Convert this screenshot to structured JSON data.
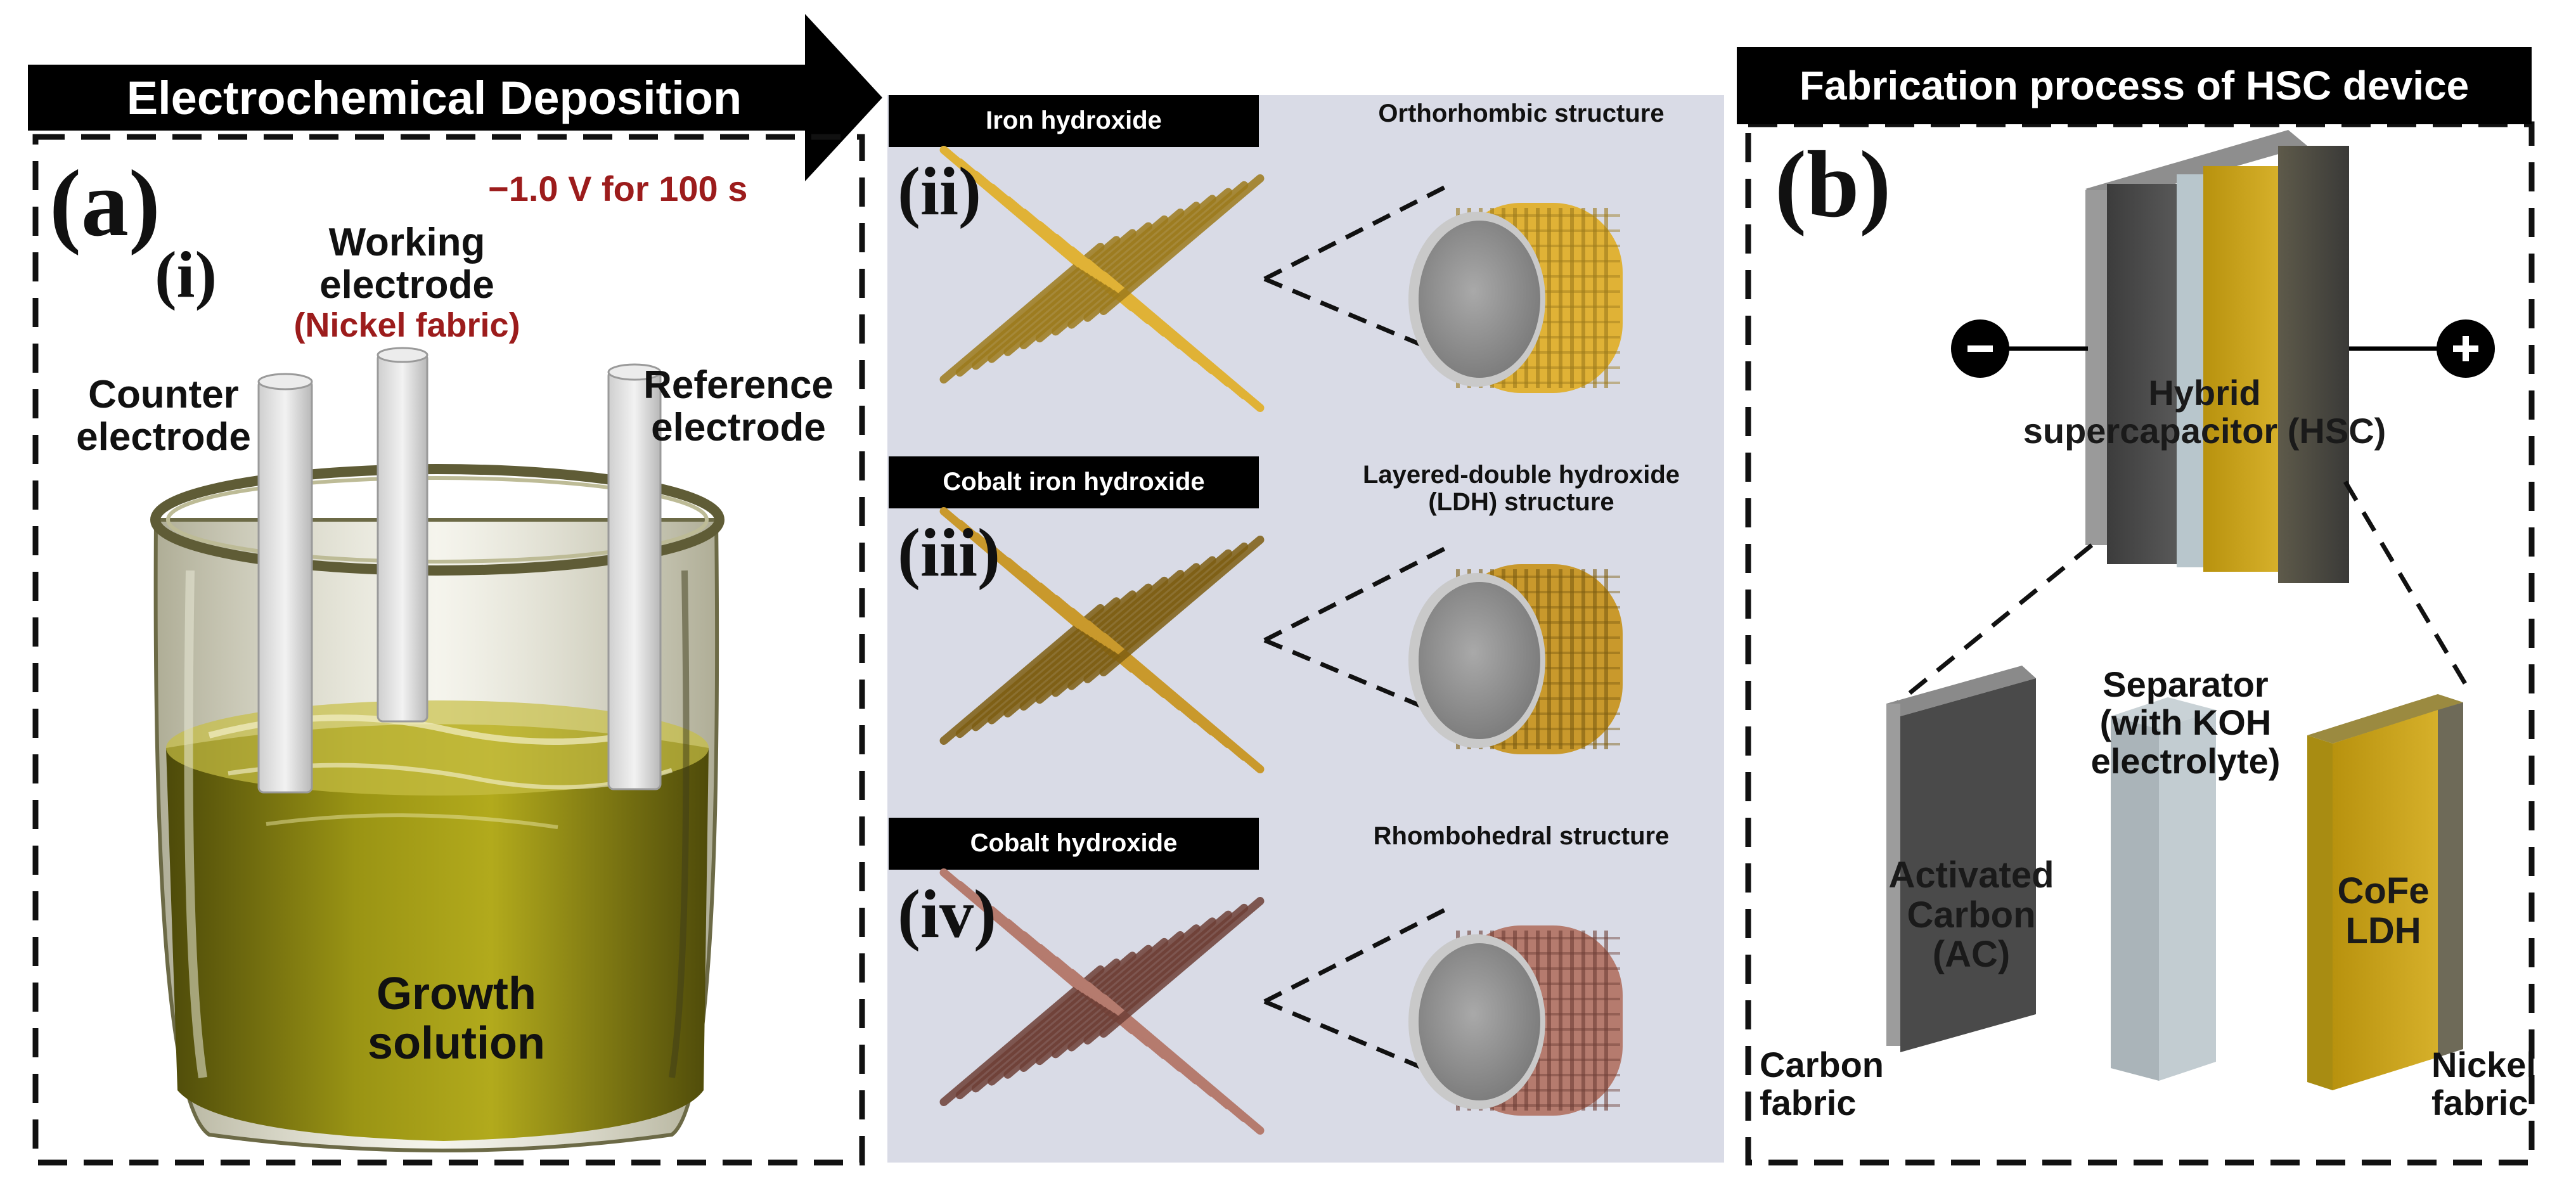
{
  "panel_a": {
    "banner": "Electrochemical Deposition",
    "panel_letter": "(a)",
    "sub_label": "(i)",
    "voltage": "−1.0 V for 100 s",
    "working_electrode_line1": "Working",
    "working_electrode_line2": "electrode",
    "working_electrode_material": "(Nickel fabric)",
    "counter_line1": "Counter",
    "counter_line2": "electrode",
    "reference_line1": "Reference",
    "reference_line2": "electrode",
    "solution_line1": "Growth",
    "solution_line2": "solution"
  },
  "panel_mid": {
    "rows": [
      {
        "numeral": "(ii)",
        "material": "Iron hydroxide",
        "structure_line1": "Orthorhombic structure",
        "structure_line2": "",
        "color": "#e0b236",
        "dark_color": "#9c7a1c"
      },
      {
        "numeral": "(iii)",
        "material": "Cobalt iron hydroxide",
        "structure_line1": "Layered-double hydroxide",
        "structure_line2": "(LDH) structure",
        "color": "#c9992c",
        "dark_color": "#7e5e12"
      },
      {
        "numeral": "(iv)",
        "material": "Cobalt hydroxide",
        "structure_line1": "Rhombohedral structure",
        "structure_line2": "",
        "color": "#b57b6e",
        "dark_color": "#6e3f36"
      }
    ],
    "panel_bg": "#d9dbe6"
  },
  "panel_b": {
    "banner": "Fabrication process of HSC device",
    "panel_letter": "(b)",
    "minus_symbol": "−",
    "plus_symbol": "+",
    "device_line1": "Hybrid",
    "device_line2": "supercapacitor (HSC)",
    "separator_line1": "Separator",
    "separator_line2": "(with KOH",
    "separator_line3": "electrolyte)",
    "ac_line1": "Activated",
    "ac_line2": "Carbon",
    "ac_line3": "(AC)",
    "ldh_line1": "CoFe",
    "ldh_line2": "LDH",
    "carbon_line1": "Carbon",
    "carbon_line2": "fabric",
    "nickel_line1": "Nickel",
    "nickel_line2": "fabric"
  },
  "colors": {
    "gold": "#c8a21f",
    "dark_gray": "#4a4a4a",
    "separator": "#b8c3c9",
    "liquid": "#8f8a14",
    "dark_red": "#9c1c1c"
  }
}
